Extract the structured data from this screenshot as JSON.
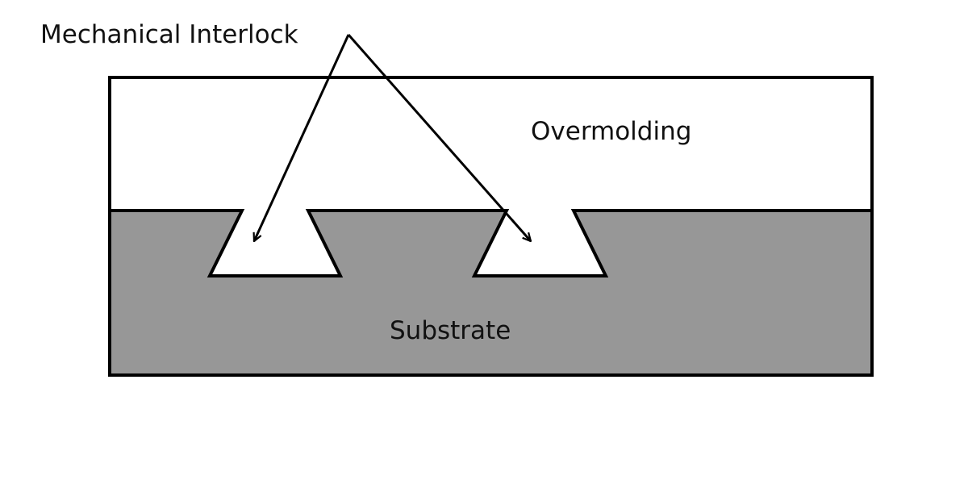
{
  "labels": {
    "callout": "Mechanical Interlock",
    "top_layer": "Overmolding",
    "bottom_layer": "Substrate"
  },
  "colors": {
    "background": "#ffffff",
    "overmolding_fill": "#ffffff",
    "substrate_fill": "#979797",
    "outline": "#000000"
  }
}
